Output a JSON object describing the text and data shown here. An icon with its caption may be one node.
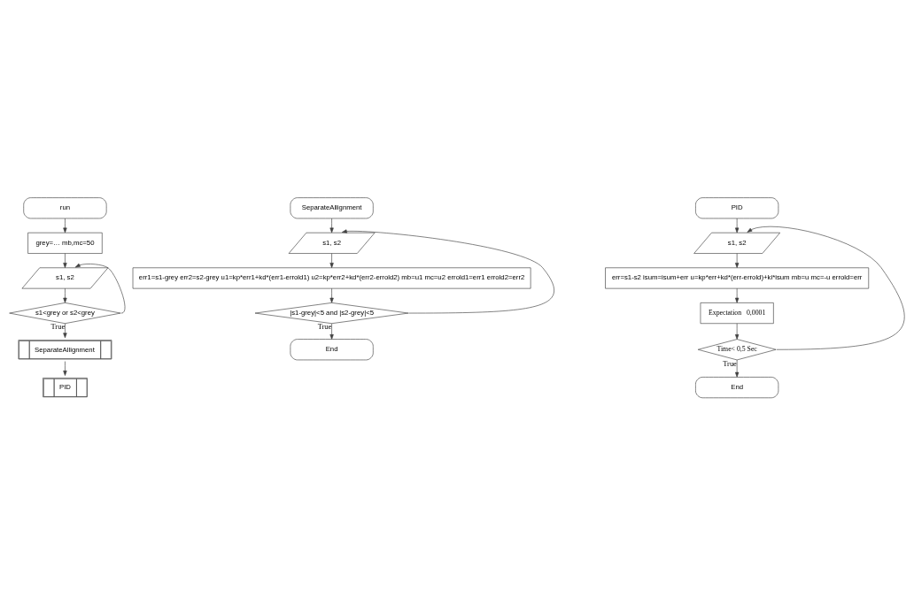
{
  "diagram": {
    "nodes": [
      {
        "text": [
          "run"
        ]
      },
      {
        "text": [
          "grey=… mb,mc=50"
        ]
      },
      {
        "text": [
          "s1, s2"
        ]
      },
      {
        "text": [
          "s1<grey or s2<grey"
        ]
      },
      {
        "text": [
          "SeparateAllignment"
        ]
      },
      {
        "text": [
          "PID"
        ]
      },
      {
        "text": [
          "SeparateAllignment"
        ]
      },
      {
        "text": [
          "s1, s2"
        ]
      },
      {
        "text": [
          "err1=s1-grey err2=s2-grey u1=kp*err1+kd*(err1-errold1) u2=kp*err2+kd*(err2-errold2) mb=u1 mc=u2 errold1=err1 errold2=err2"
        ]
      },
      {
        "text": [
          "|s1-grey|<5 and |s2-grey|<5"
        ]
      },
      {
        "text": [
          "End"
        ]
      },
      {
        "text": [
          "PID"
        ]
      },
      {
        "text": [
          "s1, s2"
        ]
      },
      {
        "text": [
          "err=s1-s2 isum=isum+err u=kp*err+kd*(err-errold)+ki*isum mb=u mc=-u errold=err"
        ]
      },
      {
        "text": [
          "Expectation",
          "0,0001"
        ]
      },
      {
        "text": [
          "Time<",
          "0,5",
          "Sec"
        ]
      },
      {
        "text": [
          "End"
        ]
      }
    ],
    "edges": [
      {
        "from": 0,
        "to": 1,
        "arrow": "to"
      },
      {
        "from": 1,
        "to": 2,
        "arrow": "to"
      },
      {
        "from": 2,
        "to": 3,
        "arrow": "to"
      },
      {
        "from": 3,
        "to": 2,
        "arrow": "to"
      },
      {
        "from": 3,
        "to": 4,
        "arrow": "to",
        "label": "True"
      },
      {
        "from": 4,
        "to": 5,
        "arrow": "to"
      },
      {
        "from": 6,
        "to": 7,
        "arrow": "to"
      },
      {
        "from": 7,
        "to": 8,
        "arrow": "to"
      },
      {
        "from": 8,
        "to": 9,
        "arrow": "to"
      },
      {
        "from": 9,
        "to": 7,
        "arrow": "to"
      },
      {
        "from": 9,
        "to": 10,
        "arrow": "to",
        "label": "True"
      },
      {
        "from": 11,
        "to": 12,
        "arrow": "to"
      },
      {
        "from": 12,
        "to": 13,
        "arrow": "to"
      },
      {
        "from": 13,
        "to": 14,
        "arrow": "to"
      },
      {
        "from": 14,
        "to": 15,
        "arrow": "to"
      },
      {
        "from": 15,
        "to": 12,
        "arrow": "to"
      },
      {
        "from": 15,
        "to": 16,
        "arrow": "to",
        "label": "True"
      }
    ]
  }
}
